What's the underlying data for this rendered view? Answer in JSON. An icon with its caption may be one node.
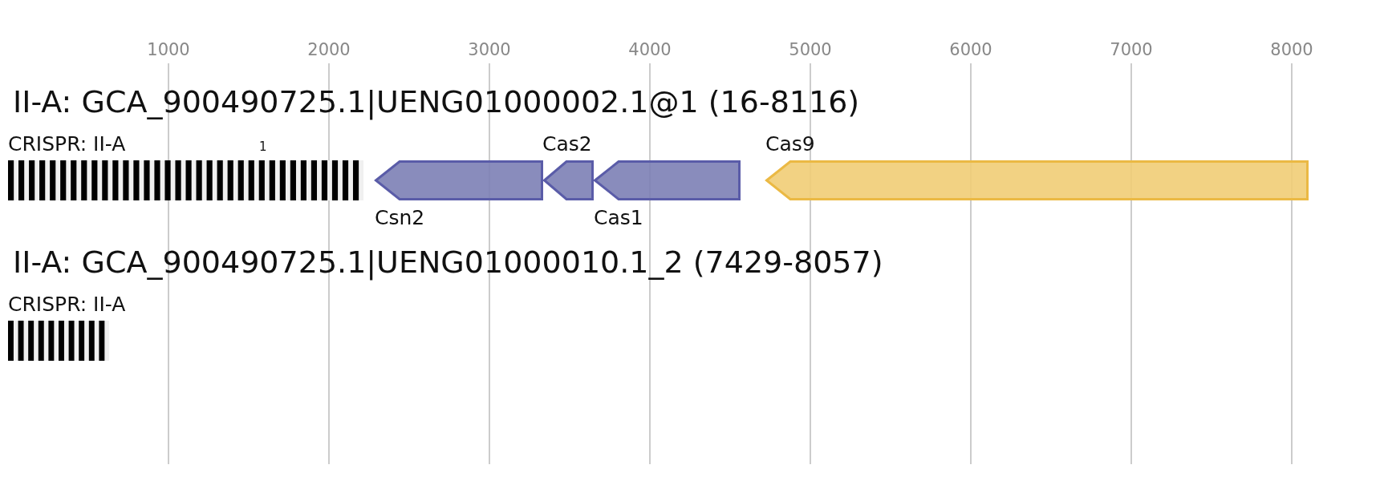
{
  "diagram": {
    "nodes": [
      {
        "text": [],
        "shape": "bar",
        "beside": [
          "CRISPR: II-A",
          "1"
        ]
      },
      {
        "text": [],
        "shape": "pentagon",
        "beside": [
          "Csn2"
        ]
      },
      {
        "text": [],
        "shape": "pentagon",
        "beside": [
          "Cas2"
        ]
      },
      {
        "text": [],
        "shape": "pentagon",
        "beside": [
          "Cas1"
        ]
      },
      {
        "text": [],
        "shape": "pentagon",
        "beside": [
          "Cas9"
        ]
      },
      {
        "text": [],
        "shape": "bar",
        "beside": [
          "CRISPR: II-A"
        ]
      }
    ],
    "labels": [
      "1000",
      "2000",
      "3000",
      "4000",
      "5000",
      "6000",
      "7000",
      "8000",
      "II-A: GCA_900490725.1|UENG01000002.1@1 (16-8116)",
      "II-A: GCA_900490725.1|UENG01000010.1_2 (7429-8057)"
    ]
  }
}
